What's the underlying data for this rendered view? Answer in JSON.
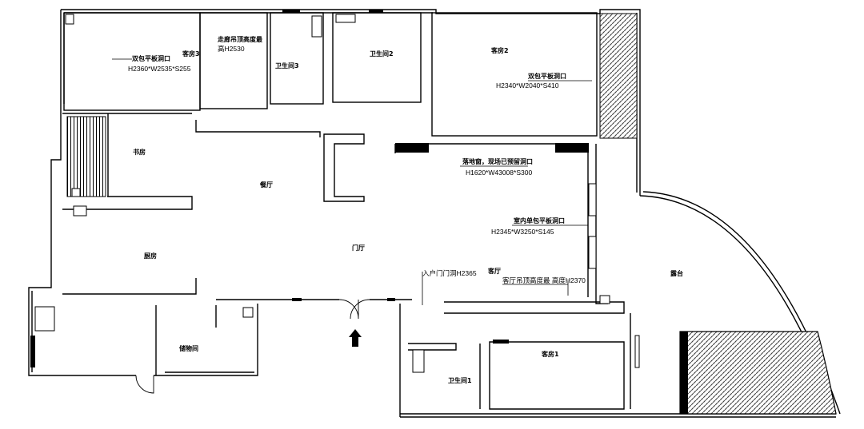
{
  "rooms": {
    "guest3": "客房3",
    "bath3": "卫生间3",
    "bath2": "卫生间2",
    "guest2": "客房2",
    "study": "书房",
    "dining": "餐厅",
    "kitchen": "厨房",
    "foyer": "门厅",
    "living": "客厅",
    "storage": "储物间",
    "bath1": "卫生间1",
    "guest1": "客房1",
    "terrace": "露台"
  },
  "annotations": {
    "guest3_note": "双包平板洞口",
    "guest3_dim": "H2360*W2535*S255",
    "corridor_note": "走廊吊顶高度最",
    "corridor_dim": "高H2530",
    "guest2_note": "双包平板洞口",
    "guest2_dim": "H2340*W2040*S410",
    "window_note": "落地窗，现场已预留洞口",
    "window_dim": "H1620*W43008*S300",
    "living_note": "室内单包平板洞口",
    "living_dim": "H2345*W3250*S145",
    "entry_note": "入户门门洞H2365",
    "ceiling_note": "客厅吊顶高度最 高度H2370"
  },
  "colors": {
    "wall": "#000000",
    "background": "#ffffff",
    "hatch": "#555555"
  },
  "icons": {
    "entry": "entry-arrow-icon"
  }
}
